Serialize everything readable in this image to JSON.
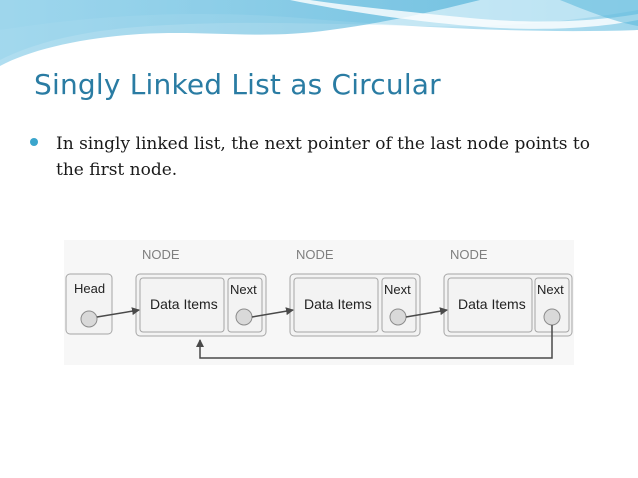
{
  "slide": {
    "title": "Singly Linked List as Circular",
    "bullets": [
      "In singly linked list, the next pointer of the last node points to the first node."
    ]
  },
  "diagram": {
    "head_label": "Head",
    "nodes": [
      {
        "caption": "NODE",
        "data_label": "Data Items",
        "next_label": "Next"
      },
      {
        "caption": "NODE",
        "data_label": "Data Items",
        "next_label": "Next"
      },
      {
        "caption": "NODE",
        "data_label": "Data Items",
        "next_label": "Next"
      }
    ]
  },
  "colors": {
    "title": "#2a7ca3",
    "bullet": "#3ba5cc",
    "header_wave_light": "#bfe6f5",
    "header_wave_mid": "#7cc8e6",
    "box_fill": "#f3f3f3",
    "box_stroke": "#a6a6a6",
    "caption": "#7f7f7f",
    "circle_fill": "#d9d9d9",
    "arrow": "#4a4a4a"
  }
}
